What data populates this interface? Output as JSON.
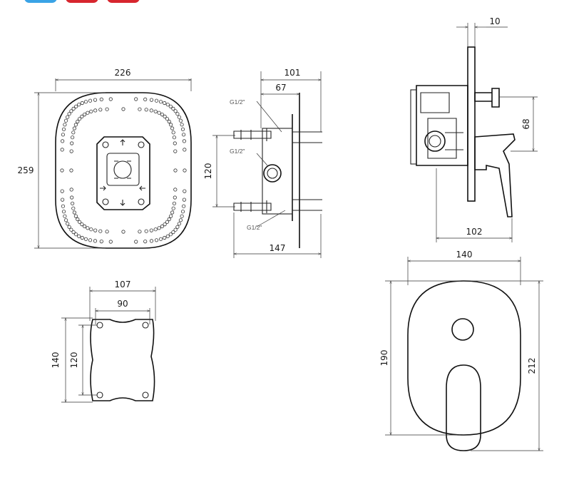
{
  "toolbar": {
    "buttons": [
      {
        "name": "share-button-blue",
        "color": "#3aa3e6"
      },
      {
        "name": "share-button-red-1",
        "color": "#d7262e"
      },
      {
        "name": "share-button-red-2",
        "color": "#d7262e"
      }
    ]
  },
  "colors": {
    "line": "#222222",
    "background": "#ffffff"
  },
  "box_view": {
    "width": "226",
    "height": "259"
  },
  "side_view": {
    "depth_total": "101",
    "depth_inner": "67",
    "spacing": "120",
    "length": "147",
    "thread_top": "G1/2\"",
    "thread_mid": "G1/2\"",
    "thread_bottom": "G1/2\""
  },
  "profile_view": {
    "plate_thickness": "10",
    "offset": "68",
    "projection": "102"
  },
  "frame_view": {
    "outer_width": "107",
    "inner_width": "90",
    "outer_height": "140",
    "inner_height": "120"
  },
  "cover_view": {
    "width": "140",
    "inner_height": "190",
    "total_height": "212"
  }
}
